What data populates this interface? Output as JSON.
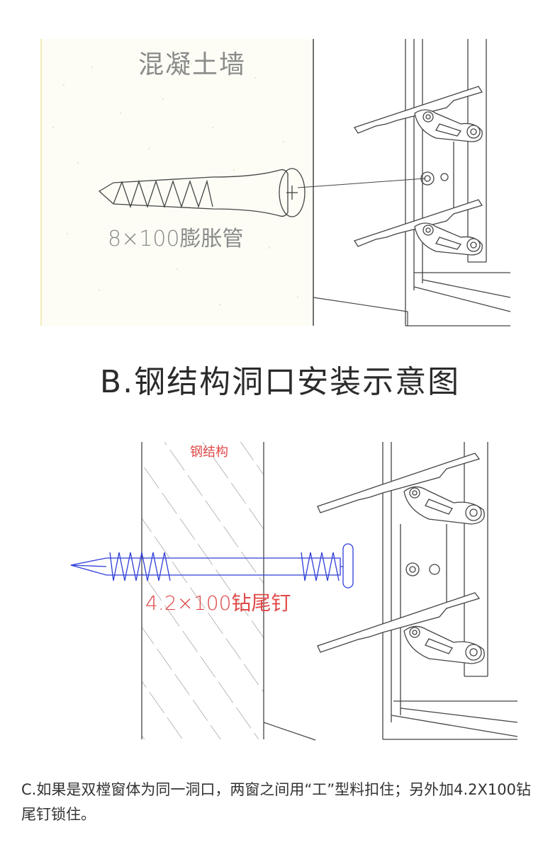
{
  "top_diagram": {
    "wall_label": "混凝土墙",
    "anchor_label": "8×100膨胀管"
  },
  "heading": "B.钢结构洞口安装示意图",
  "bottom_diagram": {
    "steel_label": "钢结构",
    "screw_label": "4.2×100钻尾钉"
  },
  "note": "C.如果是双樘窗体为同一洞口，两窗之间用“工”型料扣住；另外加4.2X100钻尾钉锁住。",
  "colors": {
    "line": "#444444",
    "light_line": "#9a9a9a",
    "red_text": "#e04848",
    "screw_blue": "#2f3ed8"
  }
}
